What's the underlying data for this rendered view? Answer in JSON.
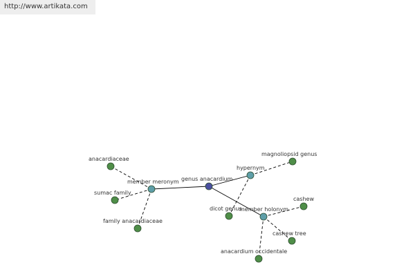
{
  "header": {
    "url": "http://www.artikata.com"
  },
  "colors": {
    "center_node": "#4a4fa0",
    "relation_node": "#5e9ea8",
    "leaf_node": "#4f8e48",
    "node_stroke": "#2e4d30",
    "edge": "#000000",
    "label": "#333333"
  },
  "graph": {
    "nodes": [
      {
        "id": "genus_anacardium",
        "label": "genus anacardium",
        "kind": "center"
      },
      {
        "id": "member_meronym",
        "label": "member meronym",
        "kind": "relation"
      },
      {
        "id": "hypernym",
        "label": "hypernym",
        "kind": "relation"
      },
      {
        "id": "member_holonym",
        "label": "member holonym",
        "kind": "relation"
      },
      {
        "id": "anacardiaceae",
        "label": "anacardiaceae",
        "kind": "leaf"
      },
      {
        "id": "sumac_family",
        "label": "sumac family",
        "kind": "leaf"
      },
      {
        "id": "family_anacardiaceae",
        "label": "family anacardiaceae",
        "kind": "leaf"
      },
      {
        "id": "magnoliopsid_genus",
        "label": "magnoliopsid genus",
        "kind": "leaf"
      },
      {
        "id": "dicot_genus",
        "label": "dicot genus",
        "kind": "leaf"
      },
      {
        "id": "cashew",
        "label": "cashew",
        "kind": "leaf"
      },
      {
        "id": "cashew_tree",
        "label": "cashew tree",
        "kind": "leaf"
      },
      {
        "id": "anacardium_occidentale",
        "label": "anacardium occidentale",
        "kind": "leaf"
      }
    ],
    "edges": [
      {
        "from": "genus_anacardium",
        "to": "member_meronym",
        "style": "solid"
      },
      {
        "from": "genus_anacardium",
        "to": "hypernym",
        "style": "solid"
      },
      {
        "from": "genus_anacardium",
        "to": "member_holonym",
        "style": "solid"
      },
      {
        "from": "member_meronym",
        "to": "anacardiaceae",
        "style": "dashed"
      },
      {
        "from": "member_meronym",
        "to": "sumac_family",
        "style": "dashed"
      },
      {
        "from": "member_meronym",
        "to": "family_anacardiaceae",
        "style": "dashed"
      },
      {
        "from": "hypernym",
        "to": "magnoliopsid_genus",
        "style": "dashed"
      },
      {
        "from": "hypernym",
        "to": "dicot_genus",
        "style": "dashed"
      },
      {
        "from": "member_holonym",
        "to": "cashew",
        "style": "dashed"
      },
      {
        "from": "member_holonym",
        "to": "cashew_tree",
        "style": "dashed"
      },
      {
        "from": "member_holonym",
        "to": "anacardium_occidentale",
        "style": "dashed"
      }
    ]
  }
}
